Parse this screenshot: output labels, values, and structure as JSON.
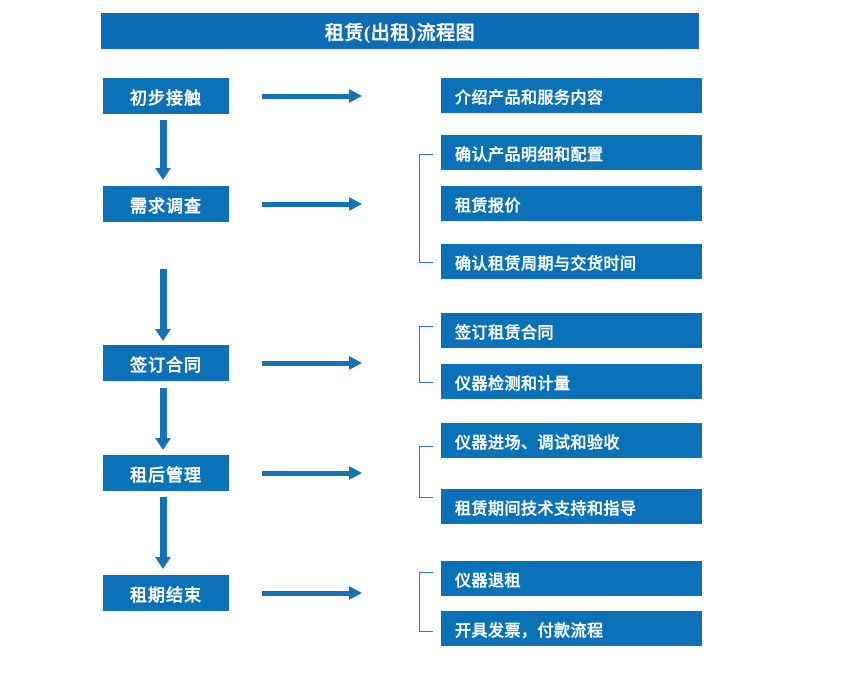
{
  "title": "租赁(出租)流程图",
  "theme": {
    "title_bar_color": "#0c6cb5",
    "box_color": "#0b72ba",
    "arrow_color": "#1273bb",
    "bracket_color": "#2d7cc0",
    "text_color": "#ffffff",
    "background": "#ffffff"
  },
  "stages": [
    {
      "label": "初步接触"
    },
    {
      "label": "需求调查"
    },
    {
      "label": "签订合同"
    },
    {
      "label": "租后管理"
    },
    {
      "label": "租期结束"
    }
  ],
  "details": [
    {
      "label": "介绍产品和服务内容"
    },
    {
      "label": "确认产品明细和配置"
    },
    {
      "label": "租赁报价"
    },
    {
      "label": "确认租赁周期与交货时间"
    },
    {
      "label": "签订租赁合同"
    },
    {
      "label": "仪器检测和计量"
    },
    {
      "label": "仪器进场、调试和验收"
    },
    {
      "label": "租赁期间技术支持和指导"
    },
    {
      "label": "仪器退租"
    },
    {
      "label": "开具发票，付款流程"
    }
  ],
  "icons": {
    "flow_arrow": "right-arrow-icon",
    "down_arrow": "down-arrow-icon",
    "group_bracket": "bracket-icon"
  }
}
